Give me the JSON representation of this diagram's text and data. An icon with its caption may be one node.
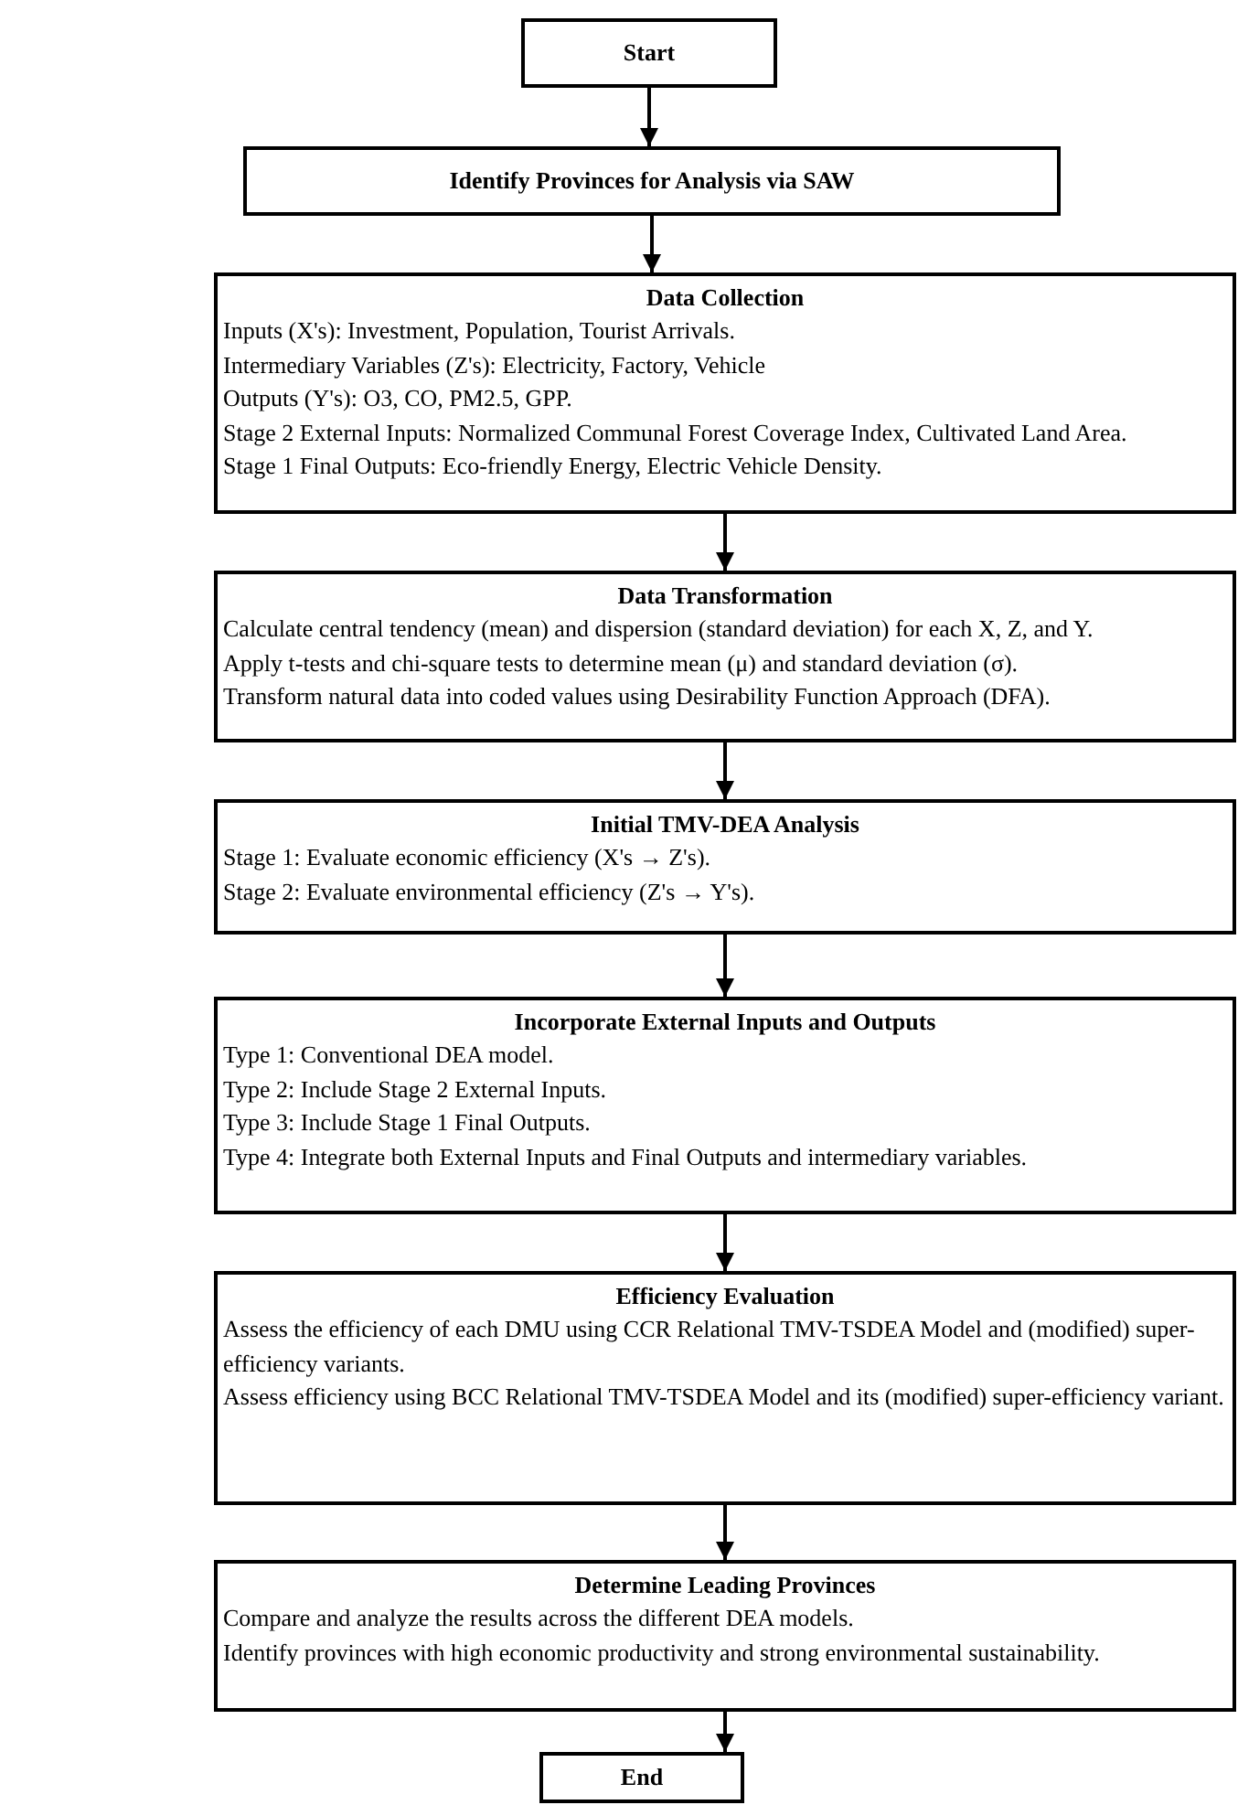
{
  "diagram": {
    "nodes": [
      {
        "text": [
          "Start"
        ]
      },
      {
        "text": [
          "Identify Provinces for Analysis via SAW"
        ]
      },
      {
        "text": [
          "Data Collection",
          "Inputs (X's): Investment, Population, Tourist Arrivals.",
          "Intermediary Variables (Z's): Electricity, Factory, Vehicle",
          "Outputs (Y's): O3, CO, PM2.5, GPP.",
          "Stage 2 External Inputs: Normalized Communal Forest Coverage Index, Cultivated Land Area.",
          "Stage 1 Final Outputs: Eco-friendly Energy, Electric Vehicle Density."
        ]
      },
      {
        "text": [
          "Data Transformation",
          "Calculate central tendency (mean) and dispersion (standard deviation) for each X, Z, and Y.",
          "Apply t-tests and chi-square tests to determine mean (μ) and standard deviation (σ).",
          "Transform natural data into coded values using Desirability Function Approach (DFA)."
        ]
      },
      {
        "text": [
          "Initial TMV-DEA Analysis",
          "Stage 1: Evaluate economic efficiency (X's → Z's).",
          "Stage 2: Evaluate environmental efficiency (Z's → Y's)."
        ]
      },
      {
        "text": [
          "Incorporate External Inputs and Outputs",
          "Type 1: Conventional DEA model.",
          "Type 2: Include Stage 2 External Inputs.",
          "Type 3: Include Stage 1 Final Outputs.",
          "Type 4: Integrate both External Inputs and Final Outputs and intermediary variables."
        ]
      },
      {
        "text": [
          "Efficiency Evaluation",
          "Assess the efficiency of each DMU using CCR Relational TMV-TSDEA Model and (modified) super-efficiency variants.",
          "Assess efficiency using BCC Relational TMV-TSDEA Model and its (modified) super-efficiency variant."
        ]
      },
      {
        "text": [
          "Determine Leading Provinces",
          "Compare and analyze the results across the different DEA models.",
          "Identify provinces with high economic productivity and strong environmental sustainability."
        ]
      },
      {
        "text": [
          "End"
        ]
      }
    ],
    "edges": [
      {
        "from": 0,
        "to": 1,
        "arrow": "to"
      },
      {
        "from": 1,
        "to": 2,
        "arrow": "to"
      },
      {
        "from": 2,
        "to": 3,
        "arrow": "to"
      },
      {
        "from": 3,
        "to": 4,
        "arrow": "to"
      },
      {
        "from": 4,
        "to": 5,
        "arrow": "to"
      },
      {
        "from": 5,
        "to": 6,
        "arrow": "to"
      },
      {
        "from": 6,
        "to": 7,
        "arrow": "to"
      },
      {
        "from": 7,
        "to": 8,
        "arrow": "to"
      }
    ]
  }
}
